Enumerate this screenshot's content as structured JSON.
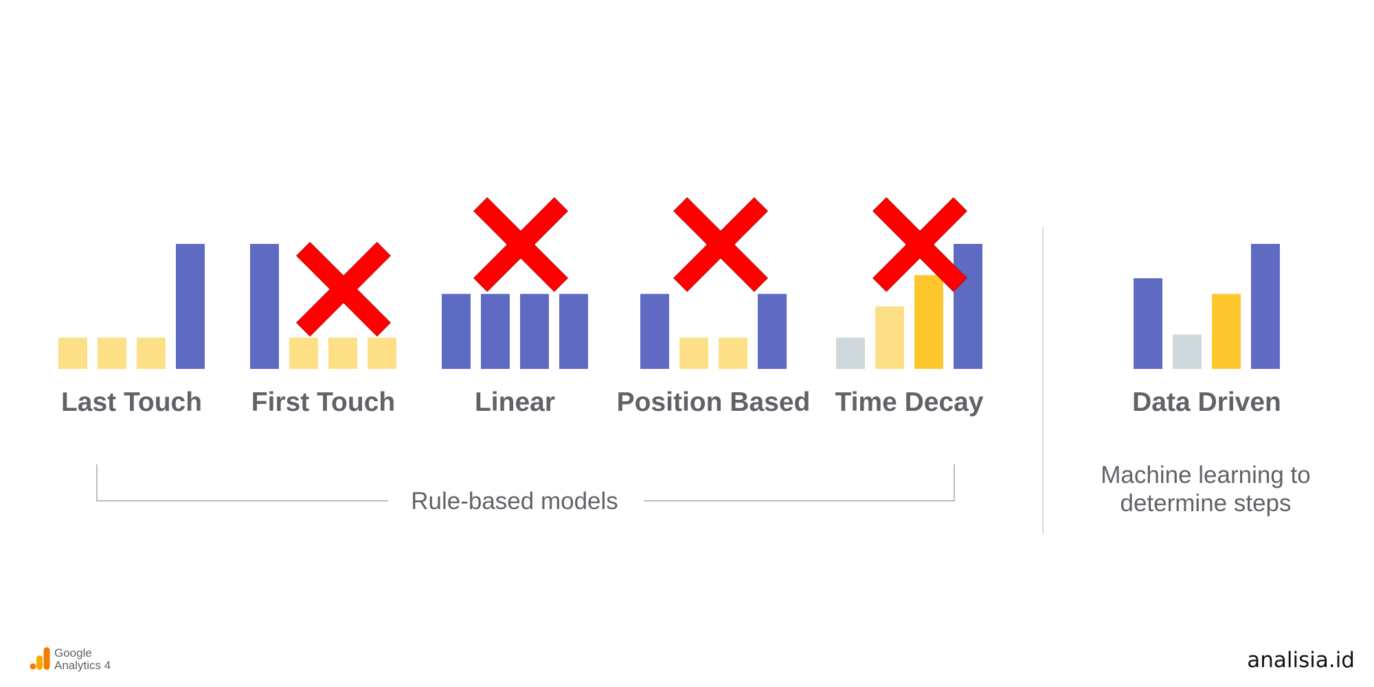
{
  "colors": {
    "blue": "#5f6bc3",
    "light_yellow": "#fde086",
    "gold": "#fdc72d",
    "gray": "#cfd8dc",
    "cross": "#ff0000",
    "text": "#5f6368",
    "divider": "#dadce0"
  },
  "models": [
    {
      "label": "Last Touch",
      "crossed": false,
      "credits": [
        {
          "value": 1,
          "color": "light_yellow"
        },
        {
          "value": 1,
          "color": "light_yellow"
        },
        {
          "value": 1,
          "color": "light_yellow"
        },
        {
          "value": 4,
          "color": "blue"
        }
      ]
    },
    {
      "label": "First Touch",
      "crossed": true,
      "credits": [
        {
          "value": 4,
          "color": "blue"
        },
        {
          "value": 1,
          "color": "light_yellow"
        },
        {
          "value": 1,
          "color": "light_yellow"
        },
        {
          "value": 1,
          "color": "light_yellow"
        }
      ]
    },
    {
      "label": "Linear",
      "crossed": true,
      "credits": [
        {
          "value": 2.4,
          "color": "blue"
        },
        {
          "value": 2.4,
          "color": "blue"
        },
        {
          "value": 2.4,
          "color": "blue"
        },
        {
          "value": 2.4,
          "color": "blue"
        }
      ]
    },
    {
      "label": "Position Based",
      "crossed": true,
      "credits": [
        {
          "value": 2.4,
          "color": "blue"
        },
        {
          "value": 1,
          "color": "light_yellow"
        },
        {
          "value": 1,
          "color": "light_yellow"
        },
        {
          "value": 2.4,
          "color": "blue"
        }
      ]
    },
    {
      "label": "Time Decay",
      "crossed": true,
      "credits": [
        {
          "value": 1,
          "color": "gray"
        },
        {
          "value": 2,
          "color": "light_yellow"
        },
        {
          "value": 3,
          "color": "gold"
        },
        {
          "value": 4,
          "color": "blue"
        }
      ]
    },
    {
      "label": "Data Driven",
      "crossed": false,
      "credits": [
        {
          "value": 2.9,
          "color": "blue"
        },
        {
          "value": 1.1,
          "color": "gray"
        },
        {
          "value": 2.4,
          "color": "gold"
        },
        {
          "value": 4,
          "color": "blue"
        }
      ]
    }
  ],
  "rule_group_label": "Rule-based models",
  "data_driven_description": [
    "Machine learning to",
    "determine steps"
  ],
  "logo": {
    "line1": "Google",
    "line2": "Analytics 4",
    "icon": "google-analytics-bars-icon"
  },
  "brand": "analisia.id"
}
